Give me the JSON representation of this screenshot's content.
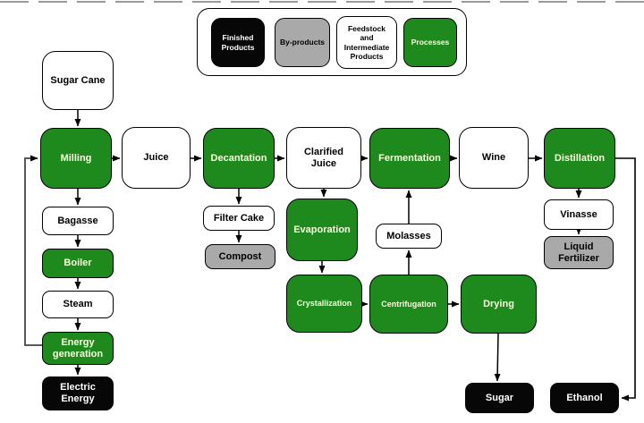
{
  "legend": {
    "items": [
      {
        "label": "Finished Products",
        "type": "finished"
      },
      {
        "label": "By-products",
        "type": "byproduct"
      },
      {
        "label": "Feedstock and Intermediate Products",
        "type": "feedstock"
      },
      {
        "label": "Processes",
        "type": "process"
      }
    ]
  },
  "nodes": {
    "sugar_cane": {
      "label": "Sugar Cane",
      "type": "feedstock"
    },
    "milling": {
      "label": "Milling",
      "type": "process"
    },
    "juice": {
      "label": "Juice",
      "type": "feedstock"
    },
    "decantation": {
      "label": "Decantation",
      "type": "process"
    },
    "clarified_juice": {
      "label": "Clarified Juice",
      "type": "feedstock"
    },
    "fermentation": {
      "label": "Fermentation",
      "type": "process"
    },
    "wine": {
      "label": "Wine",
      "type": "feedstock"
    },
    "distillation": {
      "label": "Distillation",
      "type": "process"
    },
    "bagasse": {
      "label": "Bagasse",
      "type": "feedstock"
    },
    "boiler": {
      "label": "Boiler",
      "type": "process"
    },
    "steam": {
      "label": "Steam",
      "type": "feedstock"
    },
    "energy_generation": {
      "label": "Energy generation",
      "type": "process"
    },
    "electric_energy": {
      "label": "Electric Energy",
      "type": "finished"
    },
    "filter_cake": {
      "label": "Filter Cake",
      "type": "feedstock"
    },
    "compost": {
      "label": "Compost",
      "type": "byproduct"
    },
    "evaporation": {
      "label": "Evaporation",
      "type": "process"
    },
    "crystallization": {
      "label": "Crystallization",
      "type": "process"
    },
    "molasses": {
      "label": "Molasses",
      "type": "feedstock"
    },
    "centrifugation": {
      "label": "Centrifugation",
      "type": "process"
    },
    "drying": {
      "label": "Drying",
      "type": "process"
    },
    "vinasse": {
      "label": "Vinasse",
      "type": "feedstock"
    },
    "liquid_fertilizer": {
      "label": "Liquid Fertilizer",
      "type": "byproduct"
    },
    "sugar": {
      "label": "Sugar",
      "type": "finished"
    },
    "ethanol": {
      "label": "Ethanol",
      "type": "finished"
    }
  },
  "edges": [
    {
      "from": "Sugar Cane",
      "to": "Milling"
    },
    {
      "from": "Milling",
      "to": "Juice"
    },
    {
      "from": "Juice",
      "to": "Decantation"
    },
    {
      "from": "Decantation",
      "to": "Clarified Juice"
    },
    {
      "from": "Clarified Juice",
      "to": "Fermentation"
    },
    {
      "from": "Fermentation",
      "to": "Wine"
    },
    {
      "from": "Wine",
      "to": "Distillation"
    },
    {
      "from": "Milling",
      "to": "Bagasse"
    },
    {
      "from": "Bagasse",
      "to": "Boiler"
    },
    {
      "from": "Boiler",
      "to": "Steam"
    },
    {
      "from": "Steam",
      "to": "Energy generation"
    },
    {
      "from": "Energy generation",
      "to": "Electric Energy"
    },
    {
      "from": "Energy generation",
      "to": "Milling"
    },
    {
      "from": "Decantation",
      "to": "Filter Cake"
    },
    {
      "from": "Filter Cake",
      "to": "Compost"
    },
    {
      "from": "Clarified Juice",
      "to": "Evaporation"
    },
    {
      "from": "Evaporation",
      "to": "Crystallization"
    },
    {
      "from": "Crystallization",
      "to": "Centrifugation"
    },
    {
      "from": "Centrifugation",
      "to": "Drying"
    },
    {
      "from": "Centrifugation",
      "to": "Molasses"
    },
    {
      "from": "Molasses",
      "to": "Fermentation"
    },
    {
      "from": "Drying",
      "to": "Sugar"
    },
    {
      "from": "Distillation",
      "to": "Vinasse"
    },
    {
      "from": "Vinasse",
      "to": "Liquid Fertilizer"
    },
    {
      "from": "Distillation",
      "to": "Ethanol"
    }
  ],
  "colors": {
    "process_green": "#1e8a1e",
    "byproduct_gray": "#a9a9a9",
    "finished_black": "#070707",
    "feedstock_white": "#ffffff",
    "arrow_black": "#000000",
    "feedback_gray": "#595959"
  }
}
